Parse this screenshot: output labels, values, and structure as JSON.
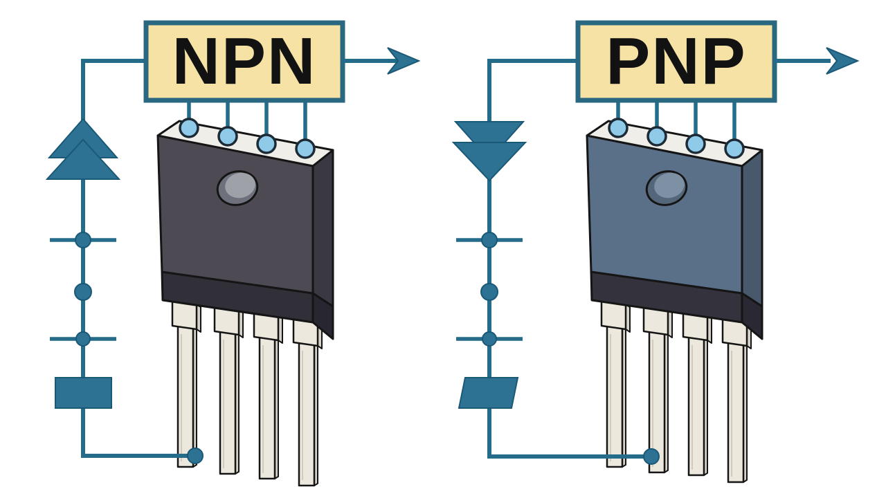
{
  "title": "NPN vs PNP transistor current-flow diagram",
  "colors": {
    "background": "#ffffff",
    "line": "#256C8B",
    "shape_fill": "#2D7292",
    "shape_edge": "#1A5877",
    "box_fill": "#F6E2A4",
    "box_border": "#2A6780",
    "label_text": "#121212",
    "pin_circle_fill": "#8FCAE9",
    "pin_circle_edge": "#1C2B36",
    "outline": "#151515",
    "top_face": "#F0EEE9",
    "leg_fill": "#ECE8DE",
    "leg_shade": "#D7D2C7",
    "leg_line": "#CFCabb"
  },
  "sections": [
    {
      "id": "npn",
      "label": "NPN",
      "flow_direction": "up",
      "flow_arrow_icon": "double-arrow-up-icon",
      "source_shape": "rectangle",
      "pin_count": 4,
      "package": {
        "body": "#4D4A54",
        "side": "#3A3842",
        "band": "#312F38",
        "band_side": "#282630",
        "hole_base": "#6E707C",
        "hole_light": "#9FA1A9"
      }
    },
    {
      "id": "pnp",
      "label": "PNP",
      "flow_direction": "down",
      "flow_arrow_icon": "double-arrow-down-icon",
      "source_shape": "parallelogram",
      "pin_count": 4,
      "package": {
        "body": "#5A7088",
        "side": "#48596C",
        "band": "#34323C",
        "band_side": "#2A2832",
        "hole_base": "#54667A",
        "hole_light": "#7E90A3"
      }
    }
  ]
}
